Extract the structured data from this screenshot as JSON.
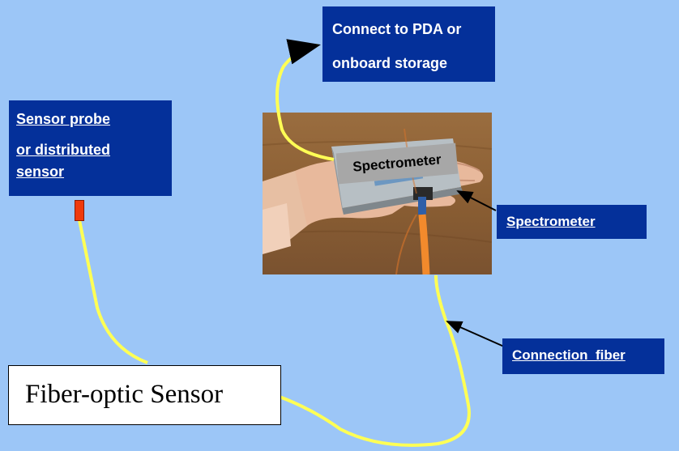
{
  "labels": {
    "connect": [
      "Connect to PDA or",
      "onboard storage"
    ],
    "probe": [
      "Sensor probe",
      "or distributed",
      "sensor"
    ],
    "spectrometer_label": "Spectrometer",
    "connection_fiber": "Connection  fiber",
    "fiber_optic_sensor": "Fiber-optic Sensor",
    "device_label": "Spectrometer"
  },
  "colors": {
    "background": "#9cc6f7",
    "label_box": "#04309a",
    "fiber": "#ffff55",
    "probe_tip": "#ef3a0c"
  },
  "icons": [
    "arrow-icon"
  ]
}
